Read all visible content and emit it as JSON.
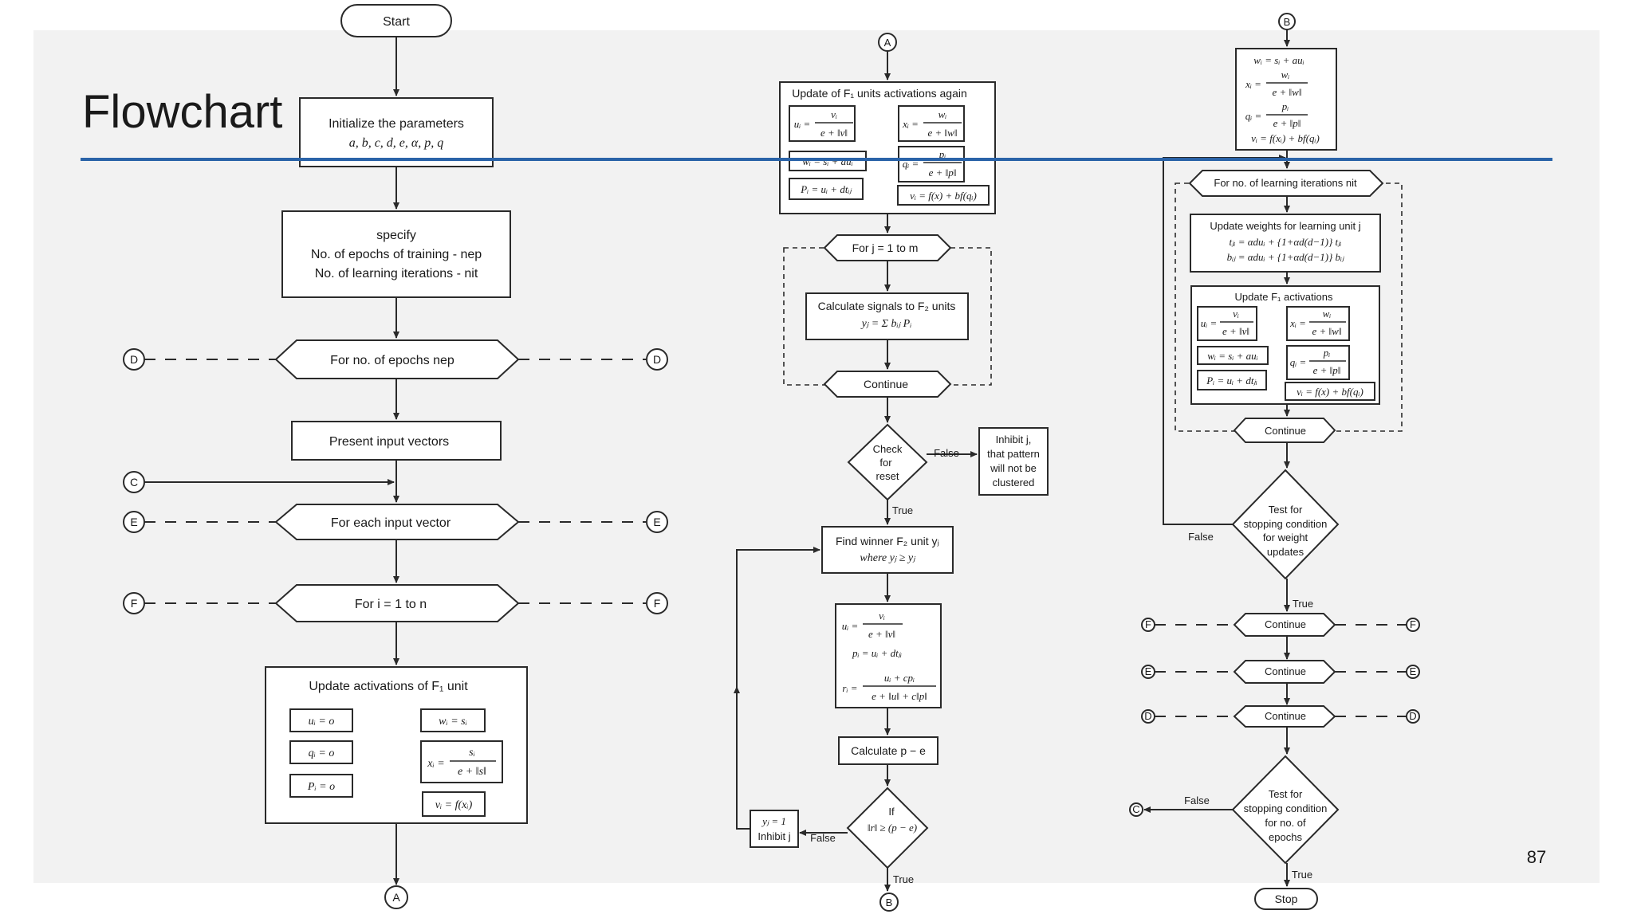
{
  "slide": {
    "title": "Flowchart",
    "page_number": "87",
    "colors": {
      "background": "#f2f2f2",
      "rule": "#2a63a8",
      "ink": "#2a2a2a"
    }
  },
  "col1": {
    "start": "Start",
    "init_line1": "Initialize the parameters",
    "init_line2": "a, b, c, d, e, α, p, q",
    "specify_1": "specify",
    "specify_2": "No. of epochs of training - nep",
    "specify_3": "No. of learning iterations - nit",
    "epochs_loop": "For no. of epochs nep",
    "present": "Present input vectors",
    "each_input": "For each input vector",
    "for_i": "For i = 1 to n",
    "update_title": "Update activations of F₁ unit",
    "eq_u": "uᵢ = o",
    "eq_q": "qᵢ = o",
    "eq_p": "Pᵢ = o",
    "eq_w": "wᵢ = sᵢ",
    "eq_x_lhs": "xᵢ =",
    "eq_x_num": "sᵢ",
    "eq_x_den": "e + ‖s‖",
    "eq_v": "vᵢ = f(xᵢ)",
    "conn_a": "A",
    "conn_c": "C",
    "conn_d": "D",
    "conn_e": "E",
    "conn_f": "F"
  },
  "col2": {
    "conn_a": "A",
    "upd_title": "Update of F₁ units activations again",
    "u_lhs": "uᵢ =",
    "u_num": "vᵢ",
    "u_den": "e + ‖v‖",
    "x_lhs": "xᵢ =",
    "x_num": "wᵢ",
    "x_den": "e + ‖w‖",
    "w_eq": "wᵢ = sᵢ + auᵢ",
    "q_lhs": "qᵢ =",
    "q_num": "pᵢ",
    "q_den": "e + ‖p‖",
    "p_eq": "Pᵢ = uᵢ + dtᵢⱼ",
    "v_eq": "vᵢ = f(x) + bf(qᵢ)",
    "for_j": "For j = 1 to m",
    "calc_1": "Calculate signals to F₂ units",
    "calc_2": "yⱼ = Σ bᵢⱼ Pᵢ",
    "continue": "Continue",
    "reset_1": "Check",
    "reset_2": "for",
    "reset_3": "reset",
    "false_label": "False",
    "true_label": "True",
    "inhibit_1": "Inhibit j,",
    "inhibit_2": "that pattern",
    "inhibit_3": "will not be",
    "inhibit_4": "clustered",
    "winner_1": "Find winner F₂ unit yⱼ",
    "winner_2": "where yⱼ ≥ yⱼ",
    "r_u_lhs": "uᵢ =",
    "r_u_num": "vᵢ",
    "r_u_den": "e + ‖v‖",
    "r_p": "pᵢ = uᵢ + dtⱼᵢ",
    "r_r_lhs": "rᵢ =",
    "r_r_num": "uᵢ + cpᵢ",
    "r_r_den": "e + ‖u‖ + c‖p‖",
    "calc_pe": "Calculate p − e",
    "if_1": "If",
    "if_2": "‖r‖ ≥ (p − e)",
    "yj_1": "yⱼ = 1",
    "yj_2": "Inhibit j",
    "false2": "False",
    "true2": "True",
    "conn_b": "B"
  },
  "col3": {
    "conn_b": "B",
    "w_eq": "wᵢ = sᵢ + auᵢ",
    "x_lhs": "xᵢ =",
    "x_num": "wᵢ",
    "x_den": "e + ‖w‖",
    "q_lhs": "qᵢ =",
    "q_num": "pᵢ",
    "q_den": "e + ‖p‖",
    "v_eq": "vᵢ = f(xᵢ) + bf(qᵢ)",
    "for_nit": "For no. of learning iterations nit",
    "uw_1": "Update weights for learning unit j",
    "uw_2": "tⱼᵢ = αduᵢ + {1+αd(d−1)} tⱼᵢ",
    "uw_3": "bᵢⱼ = αduᵢ + {1+αd(d−1)} bᵢⱼ",
    "uf_title": "Update F₁ activations",
    "u_lhs": "uᵢ =",
    "u_num": "vᵢ",
    "u_den": "e + ‖v‖",
    "x2_lhs": "xᵢ =",
    "x2_num": "wᵢ",
    "x2_den": "e + ‖w‖",
    "w2_eq": "wᵢ = sᵢ + auᵢ",
    "q2_lhs": "qᵢ =",
    "q2_num": "pᵢ",
    "q2_den": "e + ‖p‖",
    "p2_eq": "Pᵢ = uᵢ + dtⱼᵢ",
    "v2_eq": "vᵢ = f(x) + bf(qᵢ)",
    "continue": "Continue",
    "stop1_1": "Test for",
    "stop1_2": "stopping condition",
    "stop1_3": "for weight",
    "stop1_4": "updates",
    "false_label": "False",
    "true_label": "True",
    "stop2_1": "Test for",
    "stop2_2": "stopping condition",
    "stop2_3": "for no. of",
    "stop2_4": "epochs",
    "stop": "Stop",
    "conn_c": "C",
    "conn_d": "D",
    "conn_e": "E",
    "conn_f": "F"
  }
}
